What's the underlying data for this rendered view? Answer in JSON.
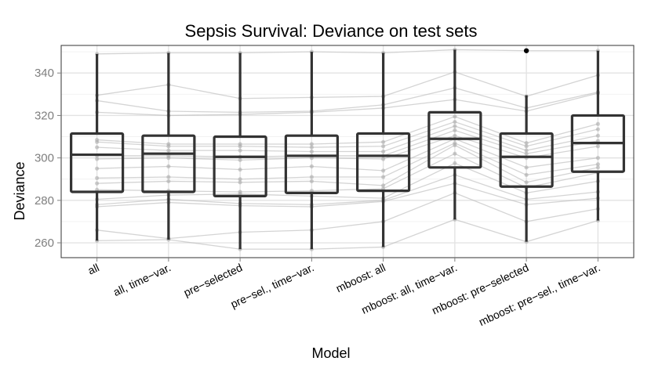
{
  "chart_data": {
    "type": "box",
    "title": "Sepsis Survival: Deviance on test sets",
    "xlabel": "Model",
    "ylabel": "Deviance",
    "ylim": [
      253,
      353
    ],
    "yticks": [
      260,
      280,
      300,
      320,
      340
    ],
    "grid": true,
    "legend": "none",
    "categories": [
      "all",
      "all, time−var.",
      "pre−selected",
      "pre−sel., time−var.",
      "mboost: all",
      "mboost: all, time−var.",
      "mboost: pre−selected",
      "mboost: pre−sel., time−var."
    ],
    "boxes": [
      {
        "lower": 261,
        "q1": 284,
        "median": 301.5,
        "q3": 311.5,
        "upper": 349,
        "outliers": []
      },
      {
        "lower": 261.5,
        "q1": 284,
        "median": 302,
        "q3": 310.5,
        "upper": 349.5,
        "outliers": []
      },
      {
        "lower": 257,
        "q1": 282,
        "median": 300.5,
        "q3": 310,
        "upper": 349.5,
        "outliers": []
      },
      {
        "lower": 257,
        "q1": 283.5,
        "median": 301,
        "q3": 310.5,
        "upper": 350,
        "outliers": []
      },
      {
        "lower": 258,
        "q1": 284.5,
        "median": 301,
        "q3": 311.5,
        "upper": 349.5,
        "outliers": []
      },
      {
        "lower": 271,
        "q1": 295.5,
        "median": 309,
        "q3": 321.5,
        "upper": 351,
        "outliers": []
      },
      {
        "lower": 260.5,
        "q1": 286.5,
        "median": 300.5,
        "q3": 311.5,
        "upper": 329.5,
        "outliers": [
          350.5
        ]
      },
      {
        "lower": 270.5,
        "q1": 293.5,
        "median": 307,
        "q3": 320,
        "upper": 350.5,
        "outliers": []
      }
    ],
    "points_series": [
      [
        349,
        349.5,
        349.5,
        350,
        349.5,
        351,
        350.5,
        350.5
      ],
      [
        329.5,
        334.5,
        328,
        328.5,
        329,
        340.5,
        329,
        339
      ],
      [
        327,
        322,
        321.5,
        322,
        325,
        333,
        323.5,
        331
      ],
      [
        321.5,
        320,
        320.5,
        321.5,
        323.5,
        327.5,
        322,
        330.5
      ],
      [
        308.5,
        306.5,
        306.5,
        306.5,
        307.5,
        319.5,
        307,
        316
      ],
      [
        307.5,
        305.5,
        305.5,
        305,
        305.5,
        317,
        305.5,
        313.5
      ],
      [
        305,
        303.5,
        303.5,
        303,
        303,
        315,
        303.5,
        310.5
      ],
      [
        301,
        301,
        300.5,
        301,
        301,
        313,
        302,
        308
      ],
      [
        299.5,
        300,
        299,
        300,
        299.5,
        310.5,
        300,
        305.5
      ],
      [
        295,
        296,
        294.5,
        296,
        294,
        309,
        295.5,
        300
      ],
      [
        290.5,
        291,
        290,
        291,
        291,
        307,
        292,
        297
      ],
      [
        288,
        289,
        288.5,
        289,
        287,
        306,
        288.5,
        295.5
      ],
      [
        285,
        284.5,
        284,
        284.5,
        285.5,
        302,
        286,
        293
      ],
      [
        280.5,
        282.5,
        283,
        282,
        281,
        297.5,
        283.5,
        289
      ],
      [
        278,
        280.5,
        278.5,
        278,
        280,
        292,
        280.5,
        284
      ],
      [
        277,
        279,
        277.5,
        277,
        279.5,
        288,
        278,
        281
      ],
      [
        266,
        262,
        265,
        266,
        270,
        283.5,
        270,
        276
      ],
      [
        261,
        261.5,
        257,
        257,
        258,
        271,
        260.5,
        270.5
      ]
    ]
  }
}
